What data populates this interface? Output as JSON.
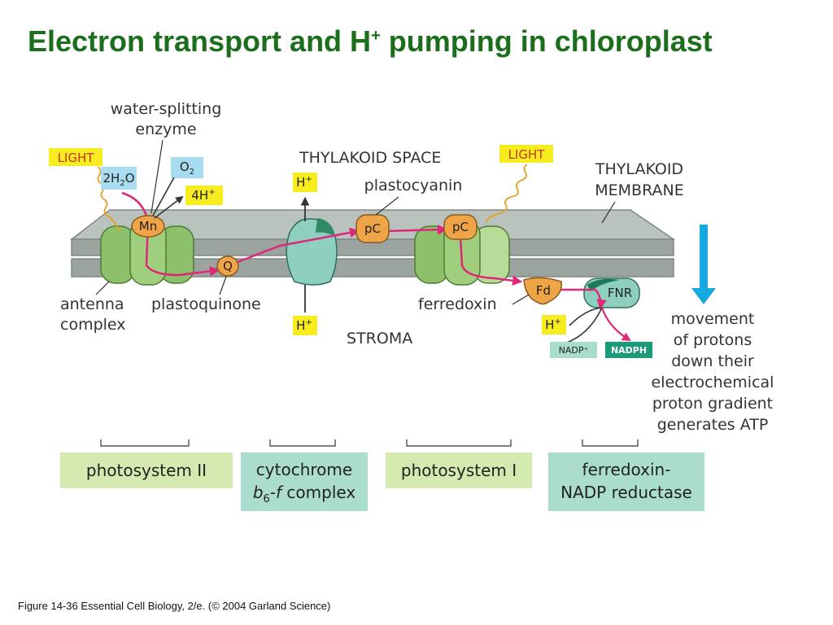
{
  "title": {
    "main": "Electron transport and H",
    "sup": "+",
    "rest": " pumping in chloroplast"
  },
  "labels": {
    "water_splitting_1": "water-splitting",
    "water_splitting_2": "enzyme",
    "light_left": "LIGHT",
    "light_right": "LIGHT",
    "h2o_a": "2H",
    "h2o_sub": "2",
    "h2o_b": "O",
    "o2_a": "O",
    "o2_sub": "2",
    "h4_a": "4H",
    "h4_sup": "+",
    "thylakoid_space": "THYLAKOID SPACE",
    "h_top_a": "H",
    "h_top_sup": "+",
    "plastocyanin": "plastocyanin",
    "thylakoid_membrane_1": "THYLAKOID",
    "thylakoid_membrane_2": "MEMBRANE",
    "mn": "Mn",
    "pc_left": "pC",
    "pc_right": "pC",
    "q": "Q",
    "fd": "Fd",
    "fnr": "FNR",
    "antenna_1": "antenna",
    "antenna_2": "complex",
    "plastoquinone": "plastoquinone",
    "h_bottom_a": "H",
    "h_bottom_sup": "+",
    "stroma": "STROMA",
    "ferredoxin": "ferredoxin",
    "h_right_a": "H",
    "h_right_sup": "+",
    "nadp": "NADP⁺",
    "nadph": "NADPH",
    "movement": [
      "movement",
      "of protons",
      "down their",
      "electrochemical",
      "proton gradient",
      "generates ATP"
    ]
  },
  "captions": {
    "ps2": "photosystem II",
    "cyt_1": "cytochrome",
    "cyt_b": "b",
    "cyt_sub": "6",
    "cyt_f": "-f",
    "cyt_rest": " complex",
    "ps1": "photosystem I",
    "fnr_1": "ferredoxin-",
    "fnr_2": "NADP reductase"
  },
  "credit": "Figure 14-36  Essential Cell Biology, 2/e. (© 2004 Garland Science)",
  "colors": {
    "title": "#1b6e1b",
    "membrane": "#9aa39e",
    "protein_green": "#8cc06a",
    "cytochrome_teal": "#8ecfbf",
    "carrier_orange": "#f0a448",
    "electron_path": "#e0287a",
    "light_box": "#f7ec20",
    "ps_caption_bg": "#d4eab0",
    "teal_caption_bg": "#aadccf",
    "proton_arrow": "#16a8e0",
    "nadph_bg": "#1a9a78"
  }
}
